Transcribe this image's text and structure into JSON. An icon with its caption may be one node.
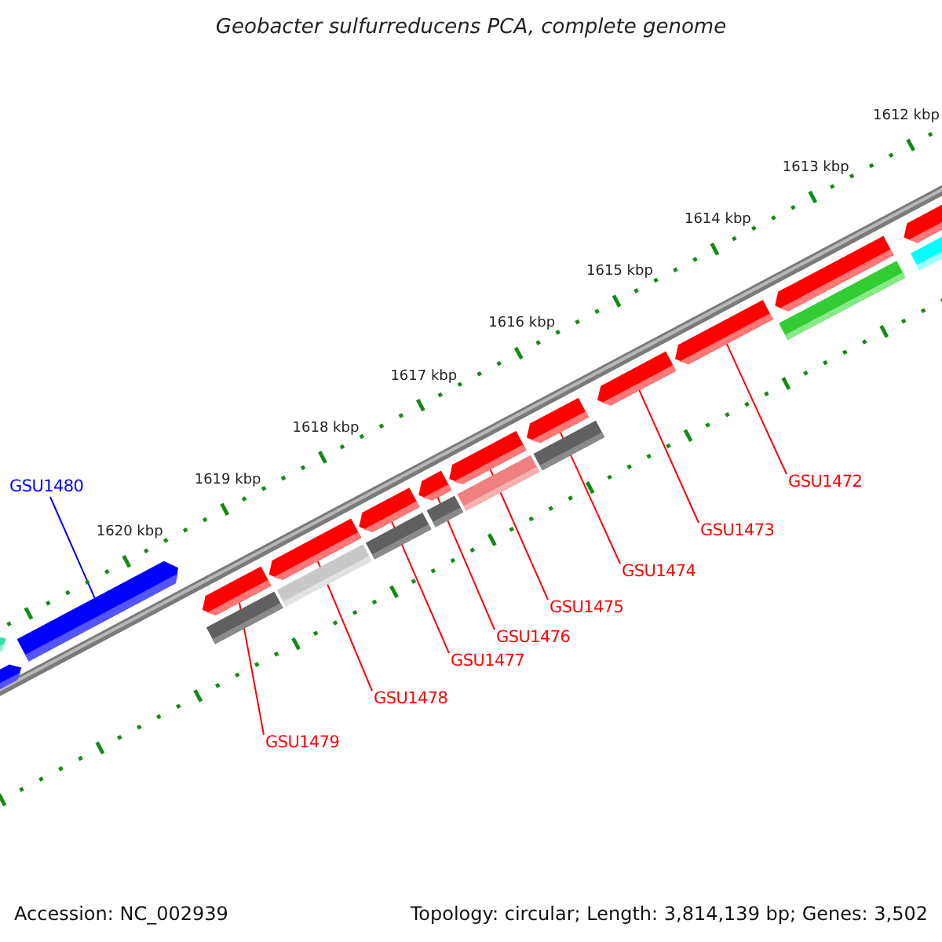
{
  "diagram": {
    "title": "Geobacter sulfurreducens PCA, complete genome",
    "nodes": [
      {
        "text": [
          "GSU1472"
        ]
      },
      {
        "text": [
          "GSU1480"
        ]
      },
      {
        "text": [
          "GSU1473"
        ]
      },
      {
        "text": [
          "GSU1474"
        ]
      },
      {
        "text": [
          "GSU1475"
        ]
      },
      {
        "text": [
          "GSU1476"
        ]
      },
      {
        "text": [
          "GSU1477"
        ]
      },
      {
        "text": [
          "GSU1478"
        ]
      },
      {
        "text": [
          "GSU1479"
        ]
      },
      {
        "text": [],
        "shape": "bar"
      },
      {
        "text": [],
        "shape": "bar"
      },
      {
        "text": [],
        "shape": "bar"
      },
      {
        "text": [],
        "shape": "bar"
      },
      {
        "text": [],
        "shape": "bar"
      },
      {
        "text": [],
        "shape": "bar"
      },
      {
        "text": [],
        "shape": "bar"
      },
      {
        "text": [],
        "shape": "bar"
      },
      {
        "text": [],
        "shape": "bar"
      },
      {
        "text": [],
        "shape": "bar"
      },
      {
        "text": [],
        "shape": "bar"
      },
      {
        "text": [],
        "shape": "bar"
      },
      {
        "text": [],
        "shape": "bar"
      },
      {
        "text": [],
        "shape": "bar"
      },
      {
        "text": [],
        "shape": "bar"
      },
      {
        "text": [],
        "shape": "bar"
      },
      {
        "text": [],
        "shape": "bar"
      },
      {
        "text": [],
        "shape": "bar"
      },
      {
        "text": [],
        "shape": "bar"
      },
      {
        "text": [],
        "shape": "bar"
      },
      {
        "text": [],
        "shape": "bar"
      }
    ],
    "edges": [
      {
        "from": 0,
        "to": 25,
        "arrow": "none"
      },
      {
        "from": 1,
        "to": 11,
        "arrow": "none",
        "color": "#0000ff"
      },
      {
        "from": 2,
        "to": 24,
        "arrow": "none"
      },
      {
        "from": 3,
        "to": 22,
        "arrow": "none"
      },
      {
        "from": 4,
        "to": 20,
        "arrow": "none"
      },
      {
        "from": 5,
        "to": 18,
        "arrow": "none"
      },
      {
        "from": 6,
        "to": 16,
        "arrow": "none"
      },
      {
        "from": 7,
        "to": 14,
        "arrow": "none"
      },
      {
        "from": 8,
        "to": 12,
        "arrow": "none"
      }
    ],
    "labels": [
      "1612 kbp",
      "1613 kbp",
      "1614 kbp",
      "1615 kbp",
      "1616 kbp",
      "1617 kbp",
      "1618 kbp",
      "1619 kbp",
      "1620 kbp",
      "Accession: NC_002939",
      "Topology: circular; Length: 3,814,139 bp; Genes: 3,502"
    ]
  }
}
